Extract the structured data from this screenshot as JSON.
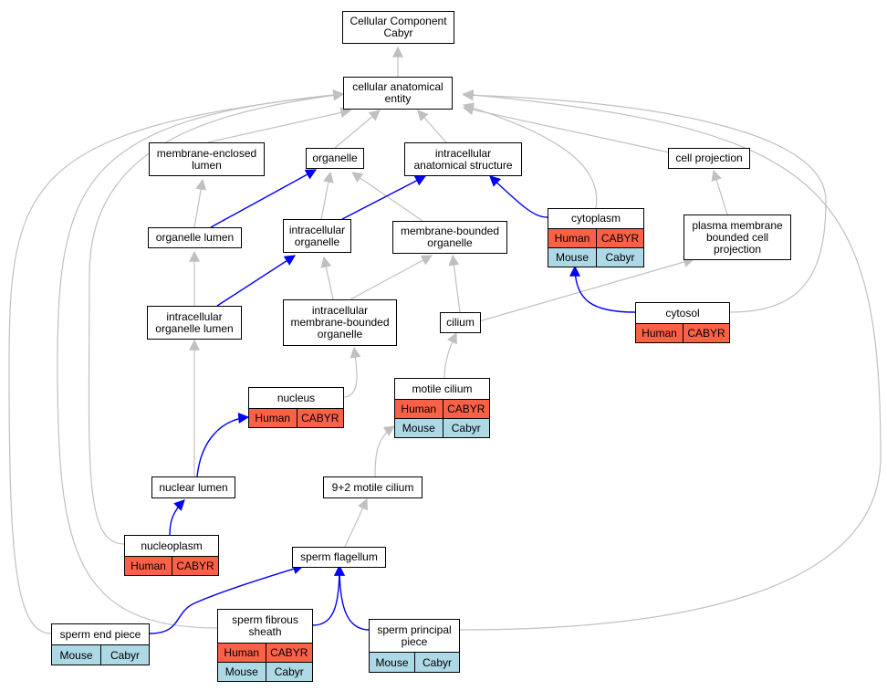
{
  "colors": {
    "gray_edge": "#c0c0c0",
    "blue_edge": "#0000ff",
    "human": "#fa6146",
    "mouse": "#add8e6"
  },
  "nodes": {
    "root": {
      "title": "Cellular Component\nCabyr"
    },
    "cae": {
      "title": "cellular anatomical\nentity"
    },
    "mel": {
      "title": "membrane-enclosed\nlumen"
    },
    "organelle": {
      "title": "organelle"
    },
    "ias": {
      "title": "intracellular\nanatomical structure"
    },
    "cellproj": {
      "title": "cell projection"
    },
    "olumen": {
      "title": "organelle lumen"
    },
    "iorg": {
      "title": "intracellular\norganelle"
    },
    "mbo": {
      "title": "membrane-bounded\norganelle"
    },
    "cyto": {
      "title": "cytoplasm",
      "rows": [
        [
          "Human",
          "CABYR"
        ],
        [
          "Mouse",
          "Cabyr"
        ]
      ]
    },
    "pmbcp": {
      "title": "plasma membrane\nbounded cell\nprojection"
    },
    "iol": {
      "title": "intracellular\norganelle lumen"
    },
    "imbo": {
      "title": "intracellular\nmembrane-bounded\norganelle"
    },
    "cilium": {
      "title": "cilium"
    },
    "cytosol": {
      "title": "cytosol",
      "rows": [
        [
          "Human",
          "CABYR"
        ]
      ]
    },
    "nucleus": {
      "title": "nucleus",
      "rows": [
        [
          "Human",
          "CABYR"
        ]
      ]
    },
    "motile": {
      "title": "motile cilium",
      "rows": [
        [
          "Human",
          "CABYR"
        ],
        [
          "Mouse",
          "Cabyr"
        ]
      ]
    },
    "nlumen": {
      "title": "nuclear lumen"
    },
    "n92": {
      "title": "9+2 motile cilium"
    },
    "nucleoplasm": {
      "title": "nucleoplasm",
      "rows": [
        [
          "Human",
          "CABYR"
        ]
      ]
    },
    "sflag": {
      "title": "sperm flagellum"
    },
    "sep": {
      "title": "sperm end piece",
      "rows": [
        [
          "Mouse",
          "Cabyr"
        ]
      ]
    },
    "sfs": {
      "title": "sperm fibrous\nsheath",
      "rows": [
        [
          "Human",
          "CABYR"
        ],
        [
          "Mouse",
          "Cabyr"
        ]
      ]
    },
    "spp": {
      "title": "sperm principal\npiece",
      "rows": [
        [
          "Mouse",
          "Cabyr"
        ]
      ]
    }
  }
}
